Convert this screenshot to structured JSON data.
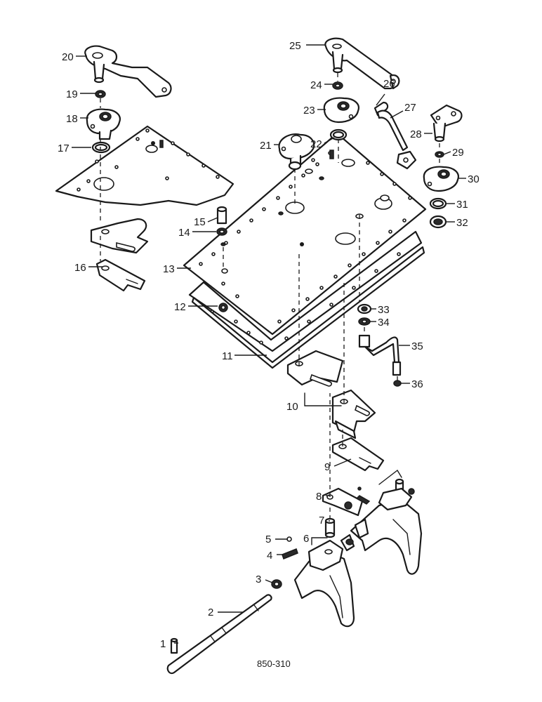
{
  "figure": {
    "reference_code": "850-310",
    "callouts": [
      {
        "n": "1",
        "label": "1"
      },
      {
        "n": "2",
        "label": "2"
      },
      {
        "n": "3",
        "label": "3"
      },
      {
        "n": "4",
        "label": "4"
      },
      {
        "n": "5",
        "label": "5"
      },
      {
        "n": "6",
        "label": "6"
      },
      {
        "n": "7",
        "label": "7"
      },
      {
        "n": "8",
        "label": "8"
      },
      {
        "n": "9",
        "label": "9"
      },
      {
        "n": "10",
        "label": "10"
      },
      {
        "n": "11",
        "label": "11"
      },
      {
        "n": "12",
        "label": "12"
      },
      {
        "n": "13",
        "label": "13"
      },
      {
        "n": "14",
        "label": "14"
      },
      {
        "n": "15",
        "label": "15"
      },
      {
        "n": "16",
        "label": "16"
      },
      {
        "n": "17",
        "label": "17"
      },
      {
        "n": "18",
        "label": "18"
      },
      {
        "n": "19",
        "label": "19"
      },
      {
        "n": "20",
        "label": "20"
      },
      {
        "n": "21",
        "label": "21"
      },
      {
        "n": "22",
        "label": "22"
      },
      {
        "n": "23",
        "label": "23"
      },
      {
        "n": "24",
        "label": "24"
      },
      {
        "n": "25",
        "label": "25"
      },
      {
        "n": "26",
        "label": "26"
      },
      {
        "n": "27",
        "label": "27"
      },
      {
        "n": "28",
        "label": "28"
      },
      {
        "n": "29",
        "label": "29"
      },
      {
        "n": "30",
        "label": "30"
      },
      {
        "n": "31",
        "label": "31"
      },
      {
        "n": "32",
        "label": "32"
      },
      {
        "n": "33",
        "label": "33"
      },
      {
        "n": "34",
        "label": "34"
      },
      {
        "n": "35",
        "label": "35"
      },
      {
        "n": "36",
        "label": "36"
      }
    ]
  }
}
